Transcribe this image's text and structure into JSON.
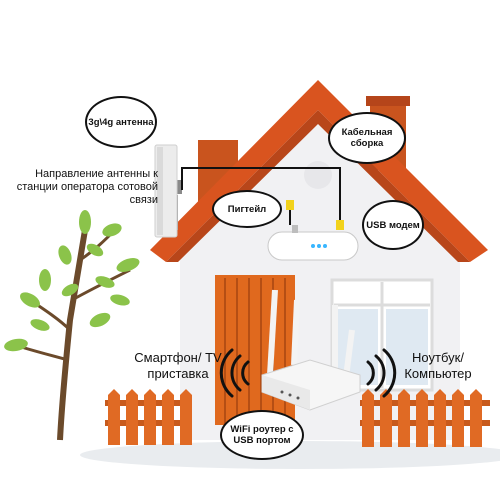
{
  "labels": {
    "antenna": "3g\\4g антенна",
    "antenna_direction": "Направление антенны к станции оператора сотовой связи",
    "cable": "Кабельная сборка",
    "pigtail": "Пигтейл",
    "usb_modem": "USB модем",
    "smartphone": "Смартфон/ TV приставка",
    "laptop": "Ноутбук/ Компьютер",
    "wifi_router": "WiFi роутер с USB портом"
  },
  "colors": {
    "roof": "#d9541f",
    "brick": "#c9541e",
    "wall": "#f1f1f3",
    "door": "#e0691e",
    "fence": "#e06a24",
    "leaf": "#8bc34a",
    "bubble_border": "#111111",
    "cable_line": "#111111",
    "yellow_connector": "#f2d21b"
  },
  "icons": [
    "antenna-icon",
    "usb-modem-icon",
    "wifi-router-icon",
    "wifi-signal-icon",
    "tree-icon",
    "fence-icon",
    "house-icon"
  ]
}
